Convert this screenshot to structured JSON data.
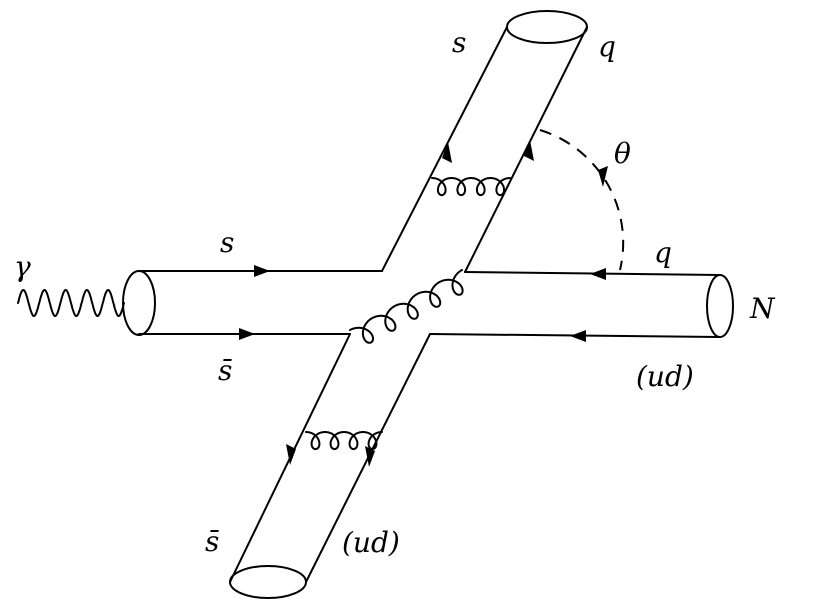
{
  "labels": {
    "photon": "γ",
    "s_left": "s",
    "sbar_left": "s̄",
    "s_top": "s",
    "q_top": "q",
    "theta": "θ",
    "q_right": "q",
    "N": "N",
    "ud_right": "(ud)",
    "sbar_bottom": "s̄",
    "ud_bottom": "(ud)"
  }
}
